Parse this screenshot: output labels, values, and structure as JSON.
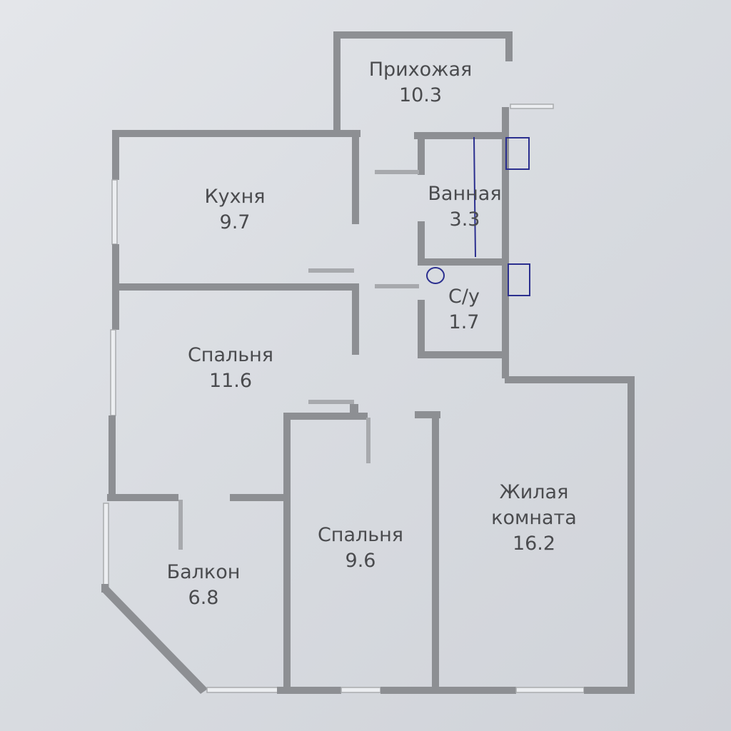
{
  "rooms": [
    {
      "name": "Прихожая",
      "area": "10.3"
    },
    {
      "name": "Кухня",
      "area": "9.7"
    },
    {
      "name": "Ванная",
      "area": "3.3"
    },
    {
      "name": "С/у",
      "area": "1.7"
    },
    {
      "name": "Спальня",
      "area": "11.6"
    },
    {
      "name": "Спальня",
      "area": "9.6"
    },
    {
      "name": "Жилая комната",
      "area": "16.2"
    },
    {
      "name": "Балкон",
      "area": "6.8"
    }
  ],
  "colors": {
    "wall": "#8d8f93",
    "text": "#4a4b4e",
    "pen": "#2b2f8f",
    "paper": "#dcdfe3"
  }
}
